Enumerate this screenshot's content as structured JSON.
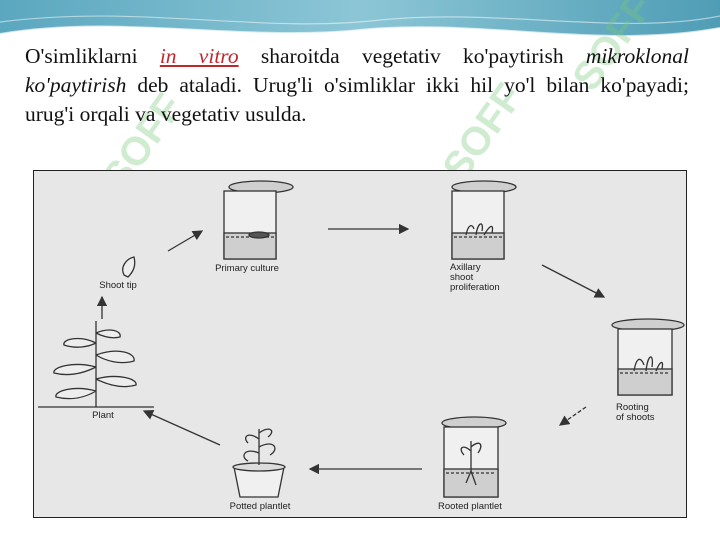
{
  "paragraph": {
    "part1": "O'simliklarni ",
    "term1": "in vitro",
    "part2": " sharoitda vegetativ ko'paytirish ",
    "term2": "mikroklonal ko'paytirish",
    "part3": " deb ataladi. Urug'li o'simliklar ikki hil yo'l bilan ko'payadi; urug'i orqali va vegetativ usulda."
  },
  "diagram": {
    "labels": {
      "primary_culture": "Primary culture",
      "axillary": "Axillary\nshoot\nproliferation",
      "rooting": "Rooting\nof shoots",
      "rooted": "Rooted plantlet",
      "potted": "Potted plantlet",
      "plant": "Plant",
      "shoot_tip": "Shoot tip"
    }
  },
  "watermark": {
    "text": "SOFF"
  },
  "colors": {
    "accent_red": "#c0282d",
    "header_teal": "#5ba7bf",
    "watermark_green": "#78c878"
  }
}
